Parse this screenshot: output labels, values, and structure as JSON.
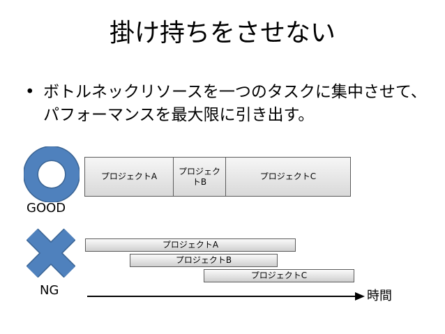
{
  "slide": {
    "title": "掛け持ちをさせない",
    "bullet_marker": "•",
    "bullet_text": "ボトルネックリソースを一つのタスクに集中させて、パフォーマンスを最大限に引き出す。"
  },
  "good": {
    "label": "GOOD",
    "icon": "circle-o-icon",
    "projects": [
      "プロジェクトA",
      "プロジェクトB",
      "プロジェクトC"
    ]
  },
  "ng": {
    "label": "NG",
    "icon": "cross-x-icon",
    "projects": [
      "プロジェクトA",
      "プロジェクトB",
      "プロジェクトC"
    ]
  },
  "timeline": {
    "label": "時間"
  },
  "colors": {
    "icon_fill": "#4f81bd",
    "icon_stroke": "#3a6494",
    "bar_border": "#5a5a5a"
  }
}
